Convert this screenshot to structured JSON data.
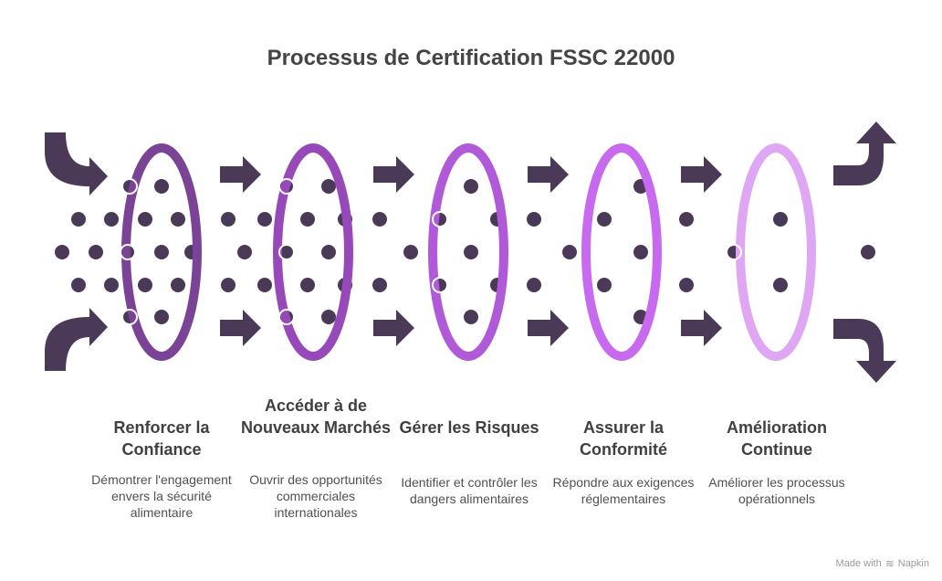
{
  "title": "Processus de Certification FSSC 22000",
  "colors": {
    "arrow": "#4b3a57",
    "dot": "#4b3a57",
    "ring_1": "#7b4396",
    "ring_2": "#9749b9",
    "ring_3": "#b05ad9",
    "ring_4": "#c86aef",
    "ring_5": "#dfa6f4"
  },
  "stages": [
    {
      "title": "Renforcer la Confiance",
      "description": "Démontrer l'engagement envers la sécurité alimentaire"
    },
    {
      "title": "Accéder à de Nouveaux Marchés",
      "description": "Ouvrir des opportunités commerciales internationales"
    },
    {
      "title": "Gérer les Risques",
      "description": "Identifier et contrôler les dangers alimentaires"
    },
    {
      "title": "Assurer la Conformité",
      "description": "Répondre aux exigences réglementaires"
    },
    {
      "title": "Amélioration Continue",
      "description": "Améliorer les processus opérationnels"
    }
  ],
  "watermark": {
    "text": "Made with",
    "brand": "Napkin"
  }
}
